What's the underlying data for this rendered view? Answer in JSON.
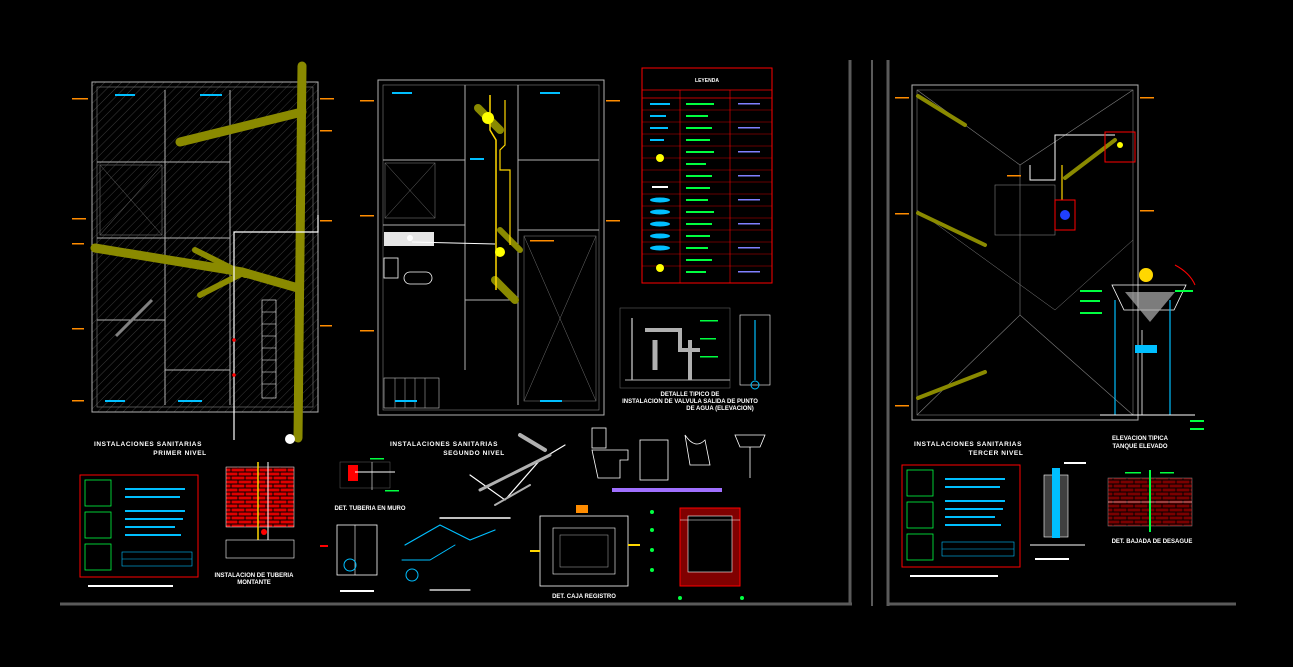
{
  "drawing": {
    "background": "#000000",
    "colors": {
      "wall": "#b0b0b0",
      "pipe_drain": "#8a8a00",
      "pipe_water": "#ffffff",
      "pipe_water_hot": "#ffd700",
      "annot_red": "#ff0000",
      "annot_cyan": "#00bfff",
      "annot_green": "#00ff40",
      "annot_orange": "#ff8c00",
      "frame": "#5a5a5a",
      "purple": "#a070ff"
    },
    "sheets": [
      {
        "id": "sheet-1",
        "titles": [
          {
            "name": "primer-nivel",
            "line1": "INSTALACIONES SANITARIAS",
            "line2": "PRIMER NIVEL"
          },
          {
            "name": "segundo-nivel",
            "line1": "INSTALACIONES SANITARIAS",
            "line2": "SEGUNDO NIVEL"
          }
        ],
        "legend_title": "LEYENDA",
        "detail_labels": [
          {
            "name": "detalle-valvula",
            "line1": "DETALLE TIPICO DE",
            "line2": "INSTALACION DE VALVULA SALIDA DE PUNTO",
            "line3": "DE AGUA (ELEVACION)"
          },
          {
            "name": "det-tuberia-muro",
            "line1": "DET. TUBERIA EN MURO"
          },
          {
            "name": "instalacion-tuberia",
            "line1": "INSTALACION DE TUBERIA",
            "line2": "MONTANTE"
          },
          {
            "name": "det-caja-registro",
            "line1": "DET. CAJA REGISTRO"
          }
        ]
      },
      {
        "id": "sheet-2",
        "titles": [
          {
            "name": "tercer-nivel",
            "line1": "INSTALACIONES SANITARIAS",
            "line2": "TERCER NIVEL"
          }
        ],
        "detail_labels": [
          {
            "name": "elevacion-tanque",
            "line1": "ELEVACION TIPICA",
            "line2": "TANQUE ELEVADO"
          },
          {
            "name": "det-bajada-desague",
            "line1": "DET. BAJADA DE DESAGUE"
          }
        ]
      }
    ]
  }
}
